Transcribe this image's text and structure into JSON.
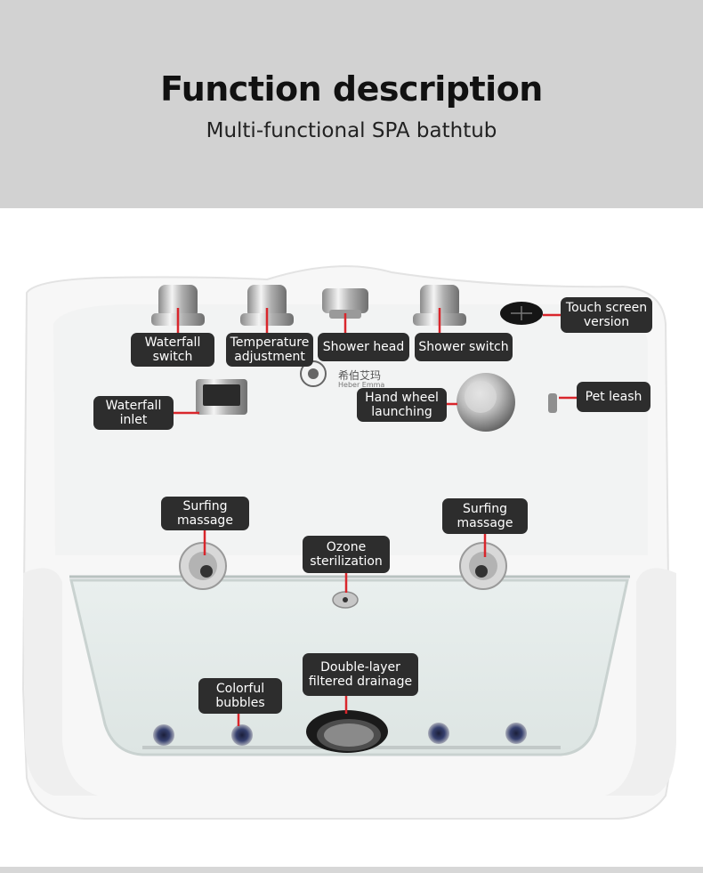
{
  "header": {
    "title": "Function description",
    "subtitle": "Multi-functional SPA bathtub"
  },
  "brand": {
    "chinese": "希伯艾玛",
    "latin": "Heber Emma"
  },
  "labels": {
    "waterfall_switch": "Waterfall\nswitch",
    "temperature_adjustment": "Temperature\nadjustment",
    "shower_head": "Shower head",
    "shower_switch": "Shower switch",
    "touch_screen": "Touch screen\nversion",
    "waterfall_inlet": "Waterfall\ninlet",
    "hand_wheel": "Hand wheel\nlaunching",
    "pet_leash": "Pet leash",
    "surfing_massage_left": "Surfing\nmassage",
    "surfing_massage_right": "Surfing\nmassage",
    "ozone_sterilization": "Ozone\nsterilization",
    "double_layer_drainage": "Double-layer\nfiltered drainage",
    "colorful_bubbles": "Colorful\nbubbles"
  },
  "colors": {
    "header_bg": "#d2d2d2",
    "label_bg": "#2d2d2d",
    "leader_line": "#d9262c"
  }
}
